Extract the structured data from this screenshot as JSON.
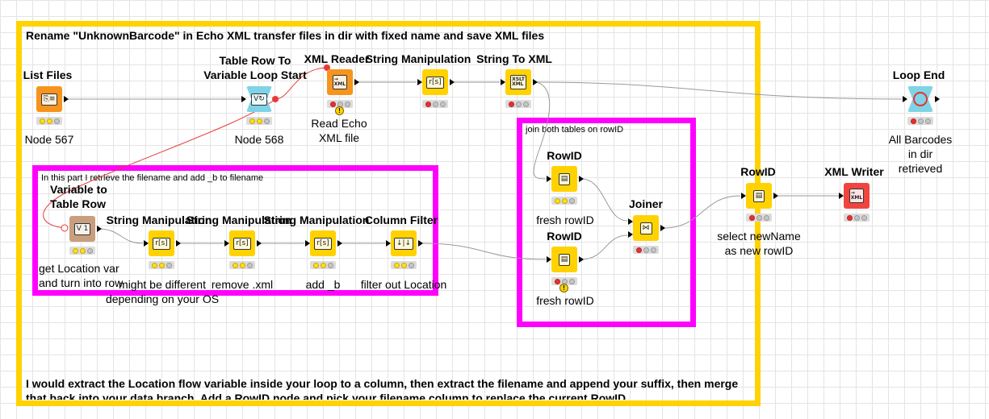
{
  "annotations": {
    "outer_title": "Rename \"UnknownBarcode\" in  Echo XML transfer files in dir with fixed name and save XML files",
    "outer_note": "I would extract the Location flow variable inside your loop to a column, then extract the filename and append your suffix, then merge that back into your data branch. Add a RowID node and pick your filename column to replace the current RowID.",
    "magenta_left_title": "In this part I retrieve the filename and add _b to filename",
    "magenta_right_title": "join both tables on rowID",
    "colors": {
      "outer": "#ffd200",
      "inner": "#ff00ff"
    }
  },
  "nodes": {
    "list_files": {
      "title": "List Files",
      "label": "Node 567",
      "icon": "list-files-icon",
      "status": [
        "yellow",
        "yellow",
        "off"
      ]
    },
    "table_row_loop": {
      "title": "Table Row To\nVariable Loop Start",
      "label": "Node 568",
      "icon": "loop-start-icon",
      "status": [
        "yellow",
        "yellow",
        "off"
      ]
    },
    "xml_reader": {
      "title": "XML Reader",
      "label": "Read Echo\nXML file",
      "icon": "xml-reader-icon",
      "glyph": "XML",
      "status": [
        "red",
        "off",
        "off"
      ],
      "warning": true
    },
    "string_manip_top": {
      "title": "String Manipulation",
      "label": "",
      "icon": "string-manipulation-icon",
      "glyph": "r[s]",
      "status": [
        "red",
        "off",
        "off"
      ]
    },
    "string_to_xml": {
      "title": "String To XML",
      "label": "",
      "icon": "string-to-xml-icon",
      "glyph": "XSLT\nXML",
      "status": [
        "red",
        "off",
        "off"
      ]
    },
    "loop_end": {
      "title": "Loop End",
      "label": "All Barcodes\nin dir\nretrieved",
      "icon": "loop-end-icon",
      "status": [
        "red",
        "off",
        "off"
      ]
    },
    "var_to_table_row": {
      "title": "Variable to\nTable Row",
      "label": "get Location var\nand turn into row",
      "icon": "variable-to-table-icon",
      "glyph": "V 1",
      "status": [
        "yellow",
        "yellow",
        "off"
      ]
    },
    "string_manip_1": {
      "title": "String Manipulation",
      "label": "might be different\ndepending on your OS",
      "icon": "string-manipulation-icon",
      "glyph": "r[s]",
      "status": [
        "yellow",
        "yellow",
        "off"
      ]
    },
    "string_manip_2": {
      "title": "String Manipulation",
      "label": "remove .xml",
      "icon": "string-manipulation-icon",
      "glyph": "r[s]",
      "status": [
        "yellow",
        "yellow",
        "off"
      ]
    },
    "string_manip_3": {
      "title": "String Manipulation",
      "label": "add _b",
      "icon": "string-manipulation-icon",
      "glyph": "r[s]",
      "status": [
        "yellow",
        "yellow",
        "off"
      ]
    },
    "column_filter": {
      "title": "Column Filter",
      "label": "filter out Location",
      "icon": "column-filter-icon",
      "glyph": "↓|↓",
      "status": [
        "yellow",
        "yellow",
        "off"
      ]
    },
    "rowid_1": {
      "title": "RowID",
      "label": "fresh rowID",
      "icon": "rowid-icon",
      "glyph": "▤",
      "status": [
        "yellow",
        "yellow",
        "off"
      ]
    },
    "rowid_2": {
      "title": "RowID",
      "label": "fresh rowID",
      "icon": "rowid-icon",
      "glyph": "▤",
      "status": [
        "red",
        "off",
        "off"
      ],
      "warning": true
    },
    "joiner": {
      "title": "Joiner",
      "label": "",
      "icon": "joiner-icon",
      "glyph": "⋈",
      "status": [
        "red",
        "off",
        "off"
      ]
    },
    "rowid_3": {
      "title": "RowID",
      "label": "select newName\nas new rowID",
      "icon": "rowid-icon",
      "glyph": "▤",
      "status": [
        "red",
        "off",
        "off"
      ]
    },
    "xml_writer": {
      "title": "XML Writer",
      "label": "",
      "icon": "xml-writer-icon",
      "glyph": "XML",
      "status": [
        "red",
        "off",
        "off"
      ]
    }
  }
}
